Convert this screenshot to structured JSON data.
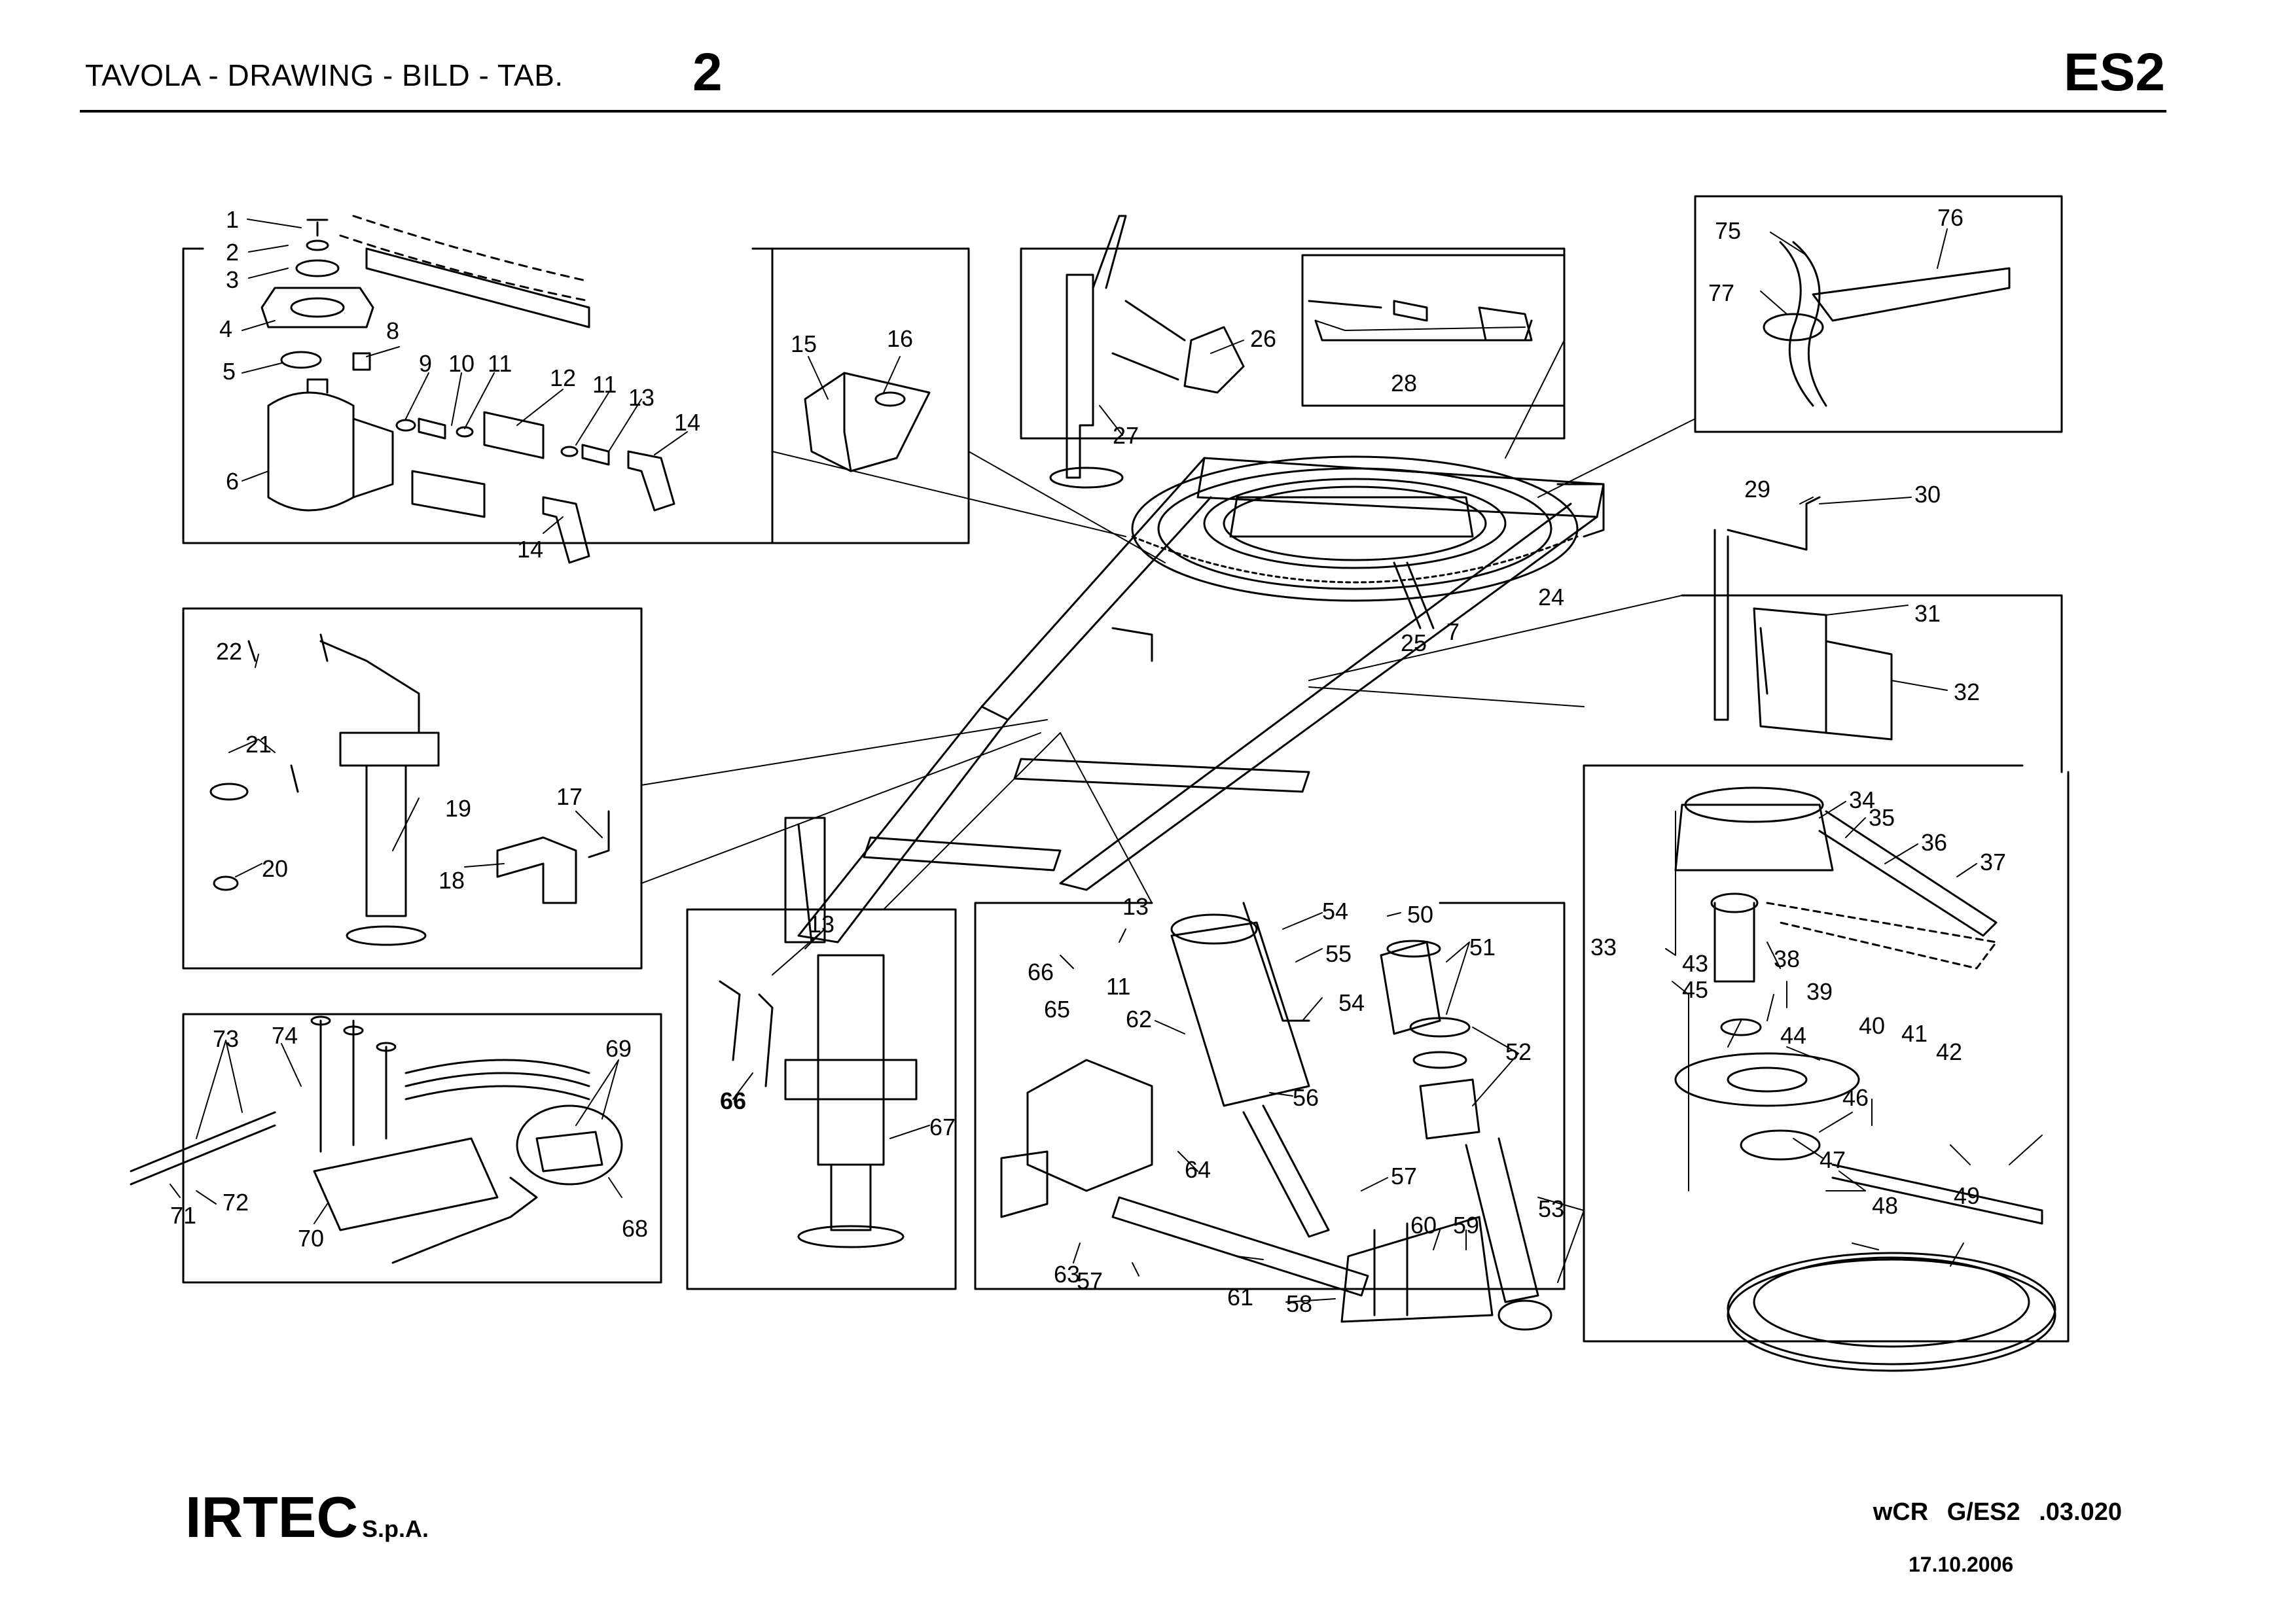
{
  "header": {
    "title": "TAVOLA - DRAWING - BILD - TAB.",
    "table_number": "2",
    "model_code": "ES2"
  },
  "footer": {
    "company": "IRTEC",
    "company_suffix": "S.p.A.",
    "document_code": "wCR G/ES2 .03.020",
    "date": "17.10.2006"
  },
  "callouts": {
    "c1": "1",
    "c2": "2",
    "c3": "3",
    "c4": "4",
    "c5": "5",
    "c6": "6",
    "c7": "7",
    "c8": "8",
    "c9": "9",
    "c10": "10",
    "c11a": "11",
    "c11b": "11",
    "c11c": "11",
    "c12": "12",
    "c13a": "13",
    "c13b": "13",
    "c13c": "13",
    "c14a": "14",
    "c14b": "14",
    "c15": "15",
    "c16": "16",
    "c17": "17",
    "c18": "18",
    "c19": "19",
    "c20": "20",
    "c21": "21",
    "c22": "22",
    "c24": "24",
    "c25": "25",
    "c26": "26",
    "c27": "27",
    "c28": "28",
    "c29": "29",
    "c30": "30",
    "c31": "31",
    "c32": "32",
    "c33": "33",
    "c34": "34",
    "c35": "35",
    "c36": "36",
    "c37": "37",
    "c38": "38",
    "c39": "39",
    "c40": "40",
    "c41": "41",
    "c42": "42",
    "c43": "43",
    "c44": "44",
    "c45": "45",
    "c46": "46",
    "c47": "47",
    "c48": "48",
    "c49": "49",
    "c50": "50",
    "c51": "51",
    "c52": "52",
    "c53": "53",
    "c54a": "54",
    "c54b": "54",
    "c55": "55",
    "c56": "56",
    "c57a": "57",
    "c57b": "57",
    "c58": "58",
    "c59": "59",
    "c60": "60",
    "c61": "61",
    "c62": "62",
    "c63": "63",
    "c64": "64",
    "c65": "65",
    "c66a": "66",
    "c66b": "66",
    "c67": "67",
    "c68": "68",
    "c69": "69",
    "c70": "70",
    "c71": "71",
    "c72": "72",
    "c73": "73",
    "c74": "74",
    "c75": "75",
    "c76": "76",
    "c77": "77"
  }
}
